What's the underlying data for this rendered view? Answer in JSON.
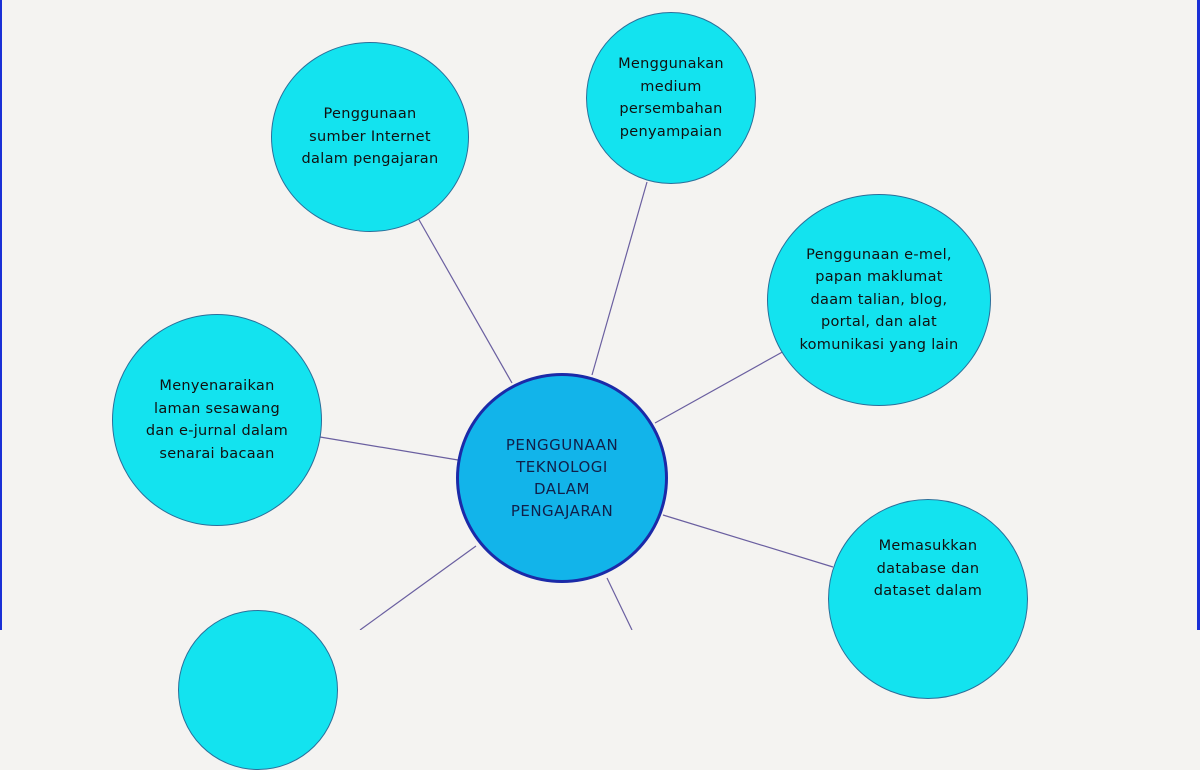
{
  "diagram": {
    "center": {
      "label": "PENGGUNAAN\nTEKNOLOGI\nDALAM\nPENGAJARAN"
    },
    "nodes": [
      {
        "id": "internet",
        "label": "Penggunaan\nsumber Internet\ndalam pengajaran"
      },
      {
        "id": "medium",
        "label": "Menggunakan\nmedium\npersembahan\npenyampaian"
      },
      {
        "id": "emel",
        "label": "Penggunaan e-mel,\npapan maklumat\ndaam talian, blog,\nportal, dan alat\nkomunikasi yang lain"
      },
      {
        "id": "laman",
        "label": "Menyenaraikan\nlaman sesawang\ndan e-jurnal dalam\nsenarai bacaan"
      },
      {
        "id": "database",
        "label": "Memasukkan\ndatabase dan\ndataset dalam"
      },
      {
        "id": "partial-bottom-left",
        "label": ""
      }
    ],
    "colors": {
      "node_fill": "#13e3ef",
      "center_fill": "#12b4ea",
      "center_border": "#1b2aa8",
      "connector": "#6a5fa0",
      "frame": "#1a2fd6"
    }
  }
}
